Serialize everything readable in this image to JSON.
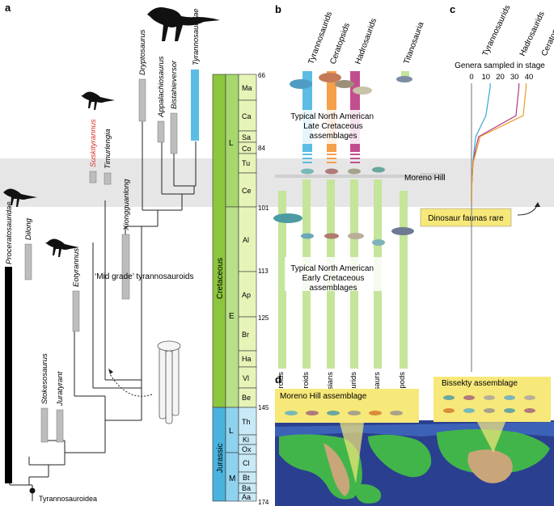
{
  "panels": {
    "a": "a",
    "b": "b",
    "c": "c",
    "d": "d"
  },
  "phylogeny": {
    "taxa": [
      "Proceratosauridae",
      "Dilong",
      "Stokesosaurus",
      "Juratyrant",
      "Eotyrannus",
      "Suskityrannus",
      "Timurlengia",
      "Xiongguanlong",
      "Dryptosaurus",
      "Appalachiosaurus",
      "Bistahieversor",
      "Tyrannosauridae"
    ],
    "highlight_taxon": "Suskityrannus",
    "root_label": "Tyrannosauroidea",
    "mid_grade_label": "‘Mid grade’ tyrannosauroids",
    "colors": {
      "highlight": "#d9342b",
      "tyrannosauridae_bar": "#5bbde4",
      "gray_bar": "#bdbdbd",
      "black_bar": "#000000"
    }
  },
  "timescale": {
    "periods": [
      "Cretaceous",
      "Jurassic"
    ],
    "epochs": [
      "L",
      "E",
      "L",
      "M"
    ],
    "stages": [
      "Ma",
      "Ca",
      "Sa",
      "Co",
      "Tu",
      "Ce",
      "Al",
      "Ap",
      "Br",
      "Ha",
      "Vl",
      "Be",
      "Th",
      "Ki",
      "Ox",
      "Cl",
      "Bt",
      "Ba",
      "Aa"
    ],
    "ages": [
      "66",
      "84",
      "101",
      "113",
      "125",
      "145",
      "174"
    ],
    "colors": {
      "cretaceous": "#8cc63f",
      "late_cret": "#a6d86e",
      "early_cret": "#b8e08a",
      "stage_cret": "#e6f4b8",
      "jurassic": "#4ab3dd",
      "jurassic_epoch": "#8fd2ee",
      "stage_jur": "#c8e9f6"
    }
  },
  "assemblages": {
    "top_columns": [
      "Tyrannosaurids",
      "Ceratopsids",
      "Hadrosaurids",
      "Titanosauria"
    ],
    "bottom_columns": [
      "Allosauroids",
      "Tyrannosauroids",
      "Neoceratopsians",
      "Hadrosaurids",
      "Therizinosaurs",
      "Sauropods"
    ],
    "late_label": "Typical North American Late Cretaceous assemblages",
    "early_label": "Typical North American Early Cretaceous assemblages",
    "moreno_label": "Moreno Hill",
    "rare_label": "Dinosaur faunas rare",
    "colors": {
      "tyr": "#5bbde4",
      "cer": "#f5a04b",
      "had": "#c24e8e",
      "green": "#c4e59a",
      "rare_box": "#f7e87a"
    }
  },
  "genera_chart": {
    "title": "Genera sampled in stage",
    "series_labels": [
      "Tyrannosaurids",
      "Hadrosaurids",
      "Ceratopsids"
    ],
    "ticks": [
      "0",
      "10",
      "20",
      "30",
      "40"
    ]
  },
  "chart_data": {
    "type": "line",
    "title": "Genera sampled in stage",
    "xlim": [
      0,
      40
    ],
    "x_ticks": [
      0,
      10,
      20,
      30,
      40
    ],
    "y_stages": [
      "Ma",
      "Ca",
      "Sa",
      "Co",
      "Tu",
      "Ce"
    ],
    "series": [
      {
        "name": "Tyrannosaurids",
        "color": "#37a6d6",
        "values": [
          13,
          10,
          3,
          2,
          1,
          0
        ]
      },
      {
        "name": "Hadrosaurids",
        "color": "#b1387f",
        "values": [
          33,
          31,
          5,
          3,
          1,
          0
        ]
      },
      {
        "name": "Ceratopsids",
        "color": "#e99a2c",
        "values": [
          38,
          36,
          6,
          4,
          1,
          0
        ]
      }
    ]
  },
  "map": {
    "moreno_label": "Moreno Hill assemblage",
    "bissekty_label": "Bissekty assemblage",
    "colors": {
      "ocean_deep": "#2a3f8f",
      "ocean_shelf": "#3c62b8",
      "land": "#42b54a",
      "highland": "#c9a57a",
      "label_box": "#f7e87a"
    }
  }
}
